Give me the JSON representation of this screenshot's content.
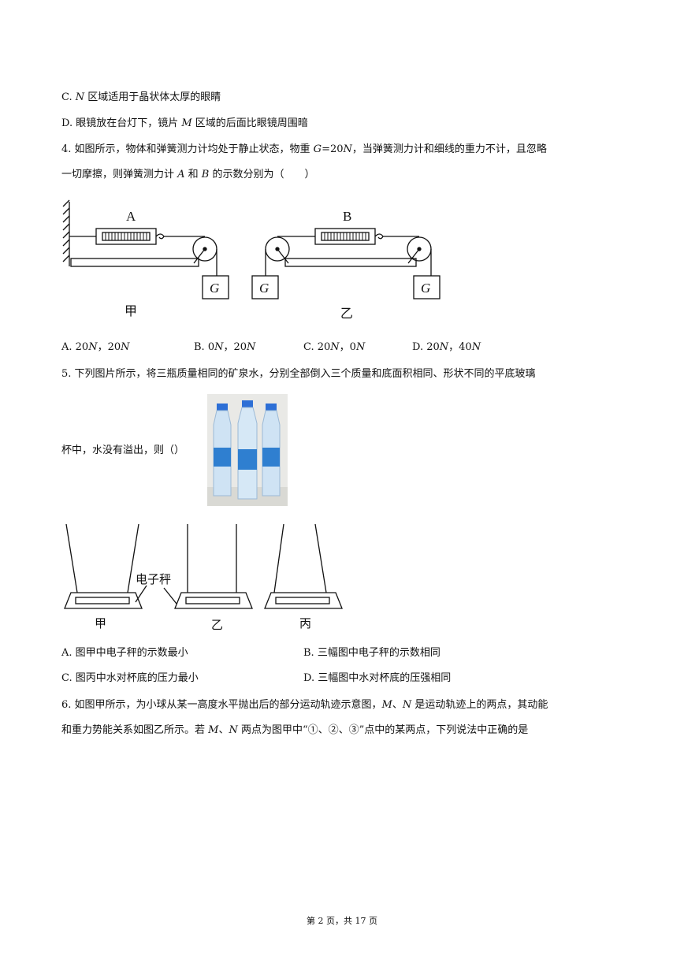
{
  "q3": {
    "option_c": [
      "C. ",
      "N",
      " 区域适用于晶状体太厚的眼睛"
    ],
    "option_d": [
      "D. 眼镜放在台灯下，镜片 ",
      "M",
      " 区域的后面比眼镜周围暗"
    ]
  },
  "q4": {
    "stem_line1": [
      "4. 如图所示，物体和弹簧测力计均处于静止状态，物重 ",
      "G",
      "=20",
      "N",
      "，当弹簧测力计和细线的重力不计，且忽略"
    ],
    "stem_line2": [
      "一切摩擦，则弹簧测力计 ",
      "A",
      " 和 ",
      "B",
      " 的示数分别为（　　）"
    ],
    "figure": {
      "label_a": "A",
      "label_b": "B",
      "weight": "G",
      "caption_left": "甲",
      "caption_right": "乙"
    },
    "options": [
      [
        "A. 20",
        "N",
        "，20",
        "N"
      ],
      [
        "B. 0",
        "N",
        "，20",
        "N"
      ],
      [
        "C. 20",
        "N",
        "，0",
        "N"
      ],
      [
        "D. 20",
        "N",
        "，40",
        "N"
      ]
    ]
  },
  "q5": {
    "stem_line1": "5. 下列图片所示，将三瓶质量相同的矿泉水，分别全部倒入三个质量和底面积相同、形状不同的平底玻璃",
    "stem_line2": "杯中，水没有溢出，则（）",
    "figure": {
      "scale_label": "电子秤",
      "cup1": "甲",
      "cup2": "乙",
      "cup3": "丙"
    },
    "options": [
      "A. 图甲中电子秤的示数最小",
      "B. 三幅图中电子秤的示数相同",
      "C. 图丙中水对杯底的压力最小",
      "D. 三幅图中水对杯底的压强相同"
    ]
  },
  "q6": {
    "stem_line1": [
      "6. 如图甲所示，为小球从某一高度水平抛出后的部分运动轨迹示意图，",
      "M",
      "、",
      "N",
      " 是运动轨迹上的两点，其动能"
    ],
    "stem_line2": [
      "和重力势能关系如图乙所示。若 ",
      "M",
      "、",
      "N",
      " 两点为图甲中“①、②、③”点中的某两点，下列说法中正确的是"
    ]
  },
  "footer": [
    "第 ",
    "2",
    " 页，共 ",
    "17",
    " 页"
  ]
}
